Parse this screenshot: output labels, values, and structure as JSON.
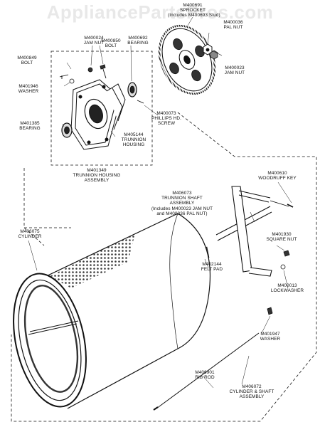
{
  "watermark": "AppliancePartsPros.com",
  "parts": {
    "sprocket": [
      "M400691",
      "SPROCKET",
      "(Includes M400693 Stud)"
    ],
    "pal_nut": [
      "M400036",
      "PAL NUT"
    ],
    "jam_nut_top": [
      "M400024",
      "JAM NUT"
    ],
    "bolt_top": [
      "M400850",
      "BOLT"
    ],
    "bearing_top": [
      "M400692",
      "BEARING"
    ],
    "jam_nut_right": [
      "M400023",
      "JAM NUT"
    ],
    "bolt_left": [
      "M400849",
      "BOLT"
    ],
    "washer_left": [
      "M401946",
      "WASHER"
    ],
    "phillips_screw": [
      "M400073",
      "PHILLIPS HD.",
      "SCREW"
    ],
    "bearing_left": [
      "M401385",
      "BEARING"
    ],
    "trunnion_housing": [
      "M405144",
      "TRUNNION",
      "HOUSING"
    ],
    "trunnion_housing_assembly": [
      "M401349",
      "TRUNNION HOUSING",
      "ASSEMBLY"
    ],
    "woodruff_key": [
      "M400610",
      "WOODRUFF KEY"
    ],
    "trunnion_shaft_assembly": [
      "M406073",
      "TRUNNION SHAFT",
      "ASSEMBLY",
      "(Includes M400023 JAM NUT",
      "and M400036 PAL NUT)"
    ],
    "cylinder": [
      "M406075",
      "CYLINDER"
    ],
    "square_nut": [
      "M401930",
      "SQUARE NUT"
    ],
    "felt_pad": [
      "M402144",
      "FELT PAD"
    ],
    "lockwasher": [
      "M400013",
      "LOCKWASHER"
    ],
    "washer_bottom": [
      "M401947",
      "WASHER"
    ],
    "rib_rod": [
      "M406901",
      "RIB ROD"
    ],
    "cylinder_shaft_assembly": [
      "M406072",
      "CYLINDER & SHAFT",
      "ASSEMBLY"
    ]
  }
}
